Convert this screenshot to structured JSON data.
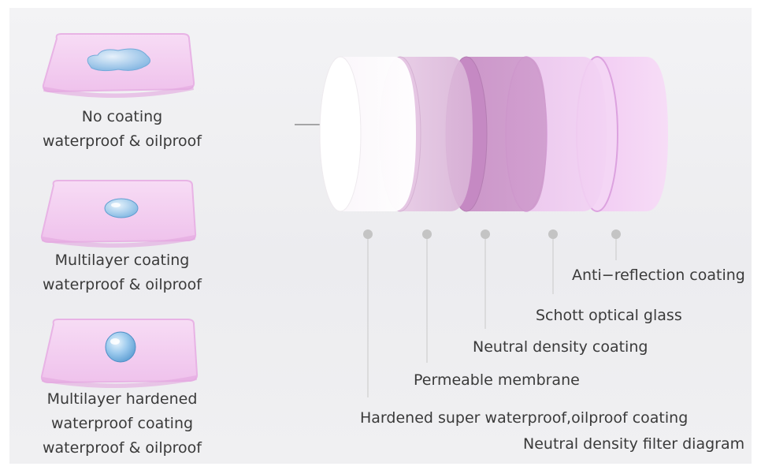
{
  "samples": [
    {
      "line1": "No coating",
      "line2": "waterproof & oilproof",
      "drop": "water-puddle-icon"
    },
    {
      "line1": "Multilayer coating",
      "line2": "waterproof & oilproof",
      "drop": "water-droplet-icon"
    },
    {
      "line1": "Multilayer hardened",
      "line2": "waterproof coating",
      "line3": "waterproof & oilproof",
      "drop": "water-bead-icon"
    }
  ],
  "layers": [
    "Hardened super waterproof,oilproof coating",
    "Permeable membrane",
    "Neutral density coating",
    "Schott optical glass",
    "Anti−reflection coating"
  ],
  "caption": "Neutral density filter diagram",
  "colors": {
    "background": "#eeeef0",
    "sample_plate": "#f2c9ef",
    "water": "#8fc0e6",
    "leader_dot": "#c4c4c4",
    "text": "#3a3a3a"
  }
}
